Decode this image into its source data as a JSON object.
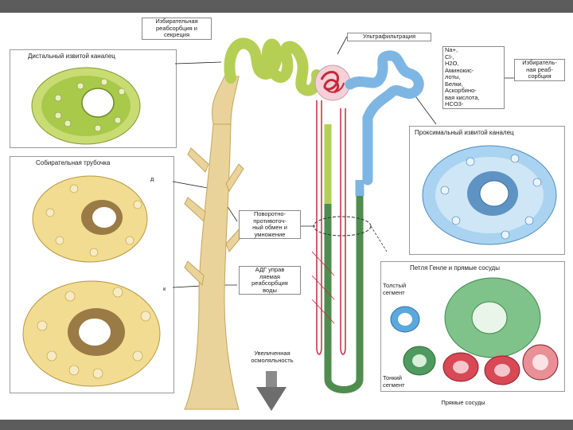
{
  "labels": {
    "distal": "Дистальный извитой каналец",
    "collecting": "Собирательная трубочка",
    "reabs_secr": "Избирательная\nреабсорбция и\nсекреция",
    "ultrafiltration": "Ультрафильтрация",
    "filtrate": "Na+,\nCl-,\nH2O,\nАминокис-\nлоты,\nБелки,\nАскорбино-\nвая кислота,\nHCO3-",
    "selective": "Избиратель-\nная реаб-\nсорбция",
    "proximal": "Проксимальный извитой каналец",
    "countercurrent": "Поворотно-\nпротивоточ-\nный обмен и\nумножение",
    "adh": "АДГ управ\nляемая\nреабсорбция\nводы",
    "osmolality": "Увеличенная\nосмоляльность",
    "henle": "Петля Генле и прямые сосуды",
    "thick": "Толстый\nсегмент",
    "thin": "Тонкий\nсегмент",
    "vasa": "Прямые сосуды",
    "marker_d": "д",
    "marker_k": "к"
  },
  "colors": {
    "distal_green": "#b5cf55",
    "collecting_tan": "#ead39a",
    "proximal_blue": "#7db6e3",
    "loop_dark_green": "#4f8d4f",
    "vessel_red": "#c8283a",
    "arrow_gray": "#8b8b8b"
  }
}
